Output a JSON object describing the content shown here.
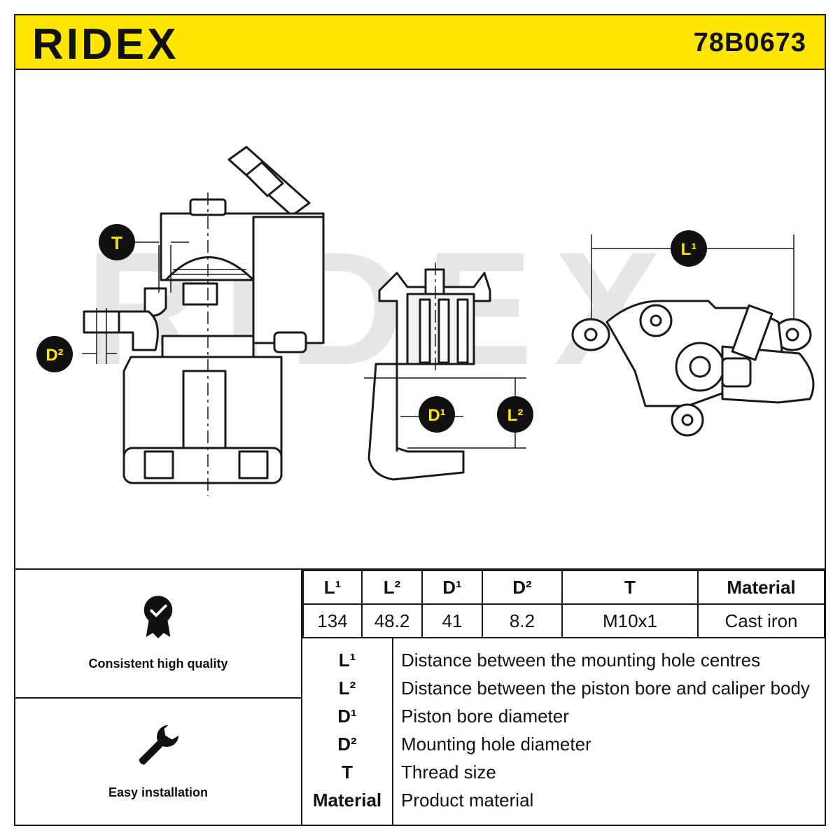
{
  "header": {
    "brand": "RIDEX",
    "part_number": "78B0673"
  },
  "diagram": {
    "labels": {
      "T": "T",
      "D2": "D²",
      "D1": "D¹",
      "L2": "L²",
      "L1": "L¹"
    },
    "watermark": "RIDEX"
  },
  "features": [
    {
      "label": "Consistent high quality",
      "icon": "quality-badge-icon"
    },
    {
      "label": "Easy installation",
      "icon": "wrench-icon"
    }
  ],
  "spec_table": {
    "headers": [
      "L¹",
      "L²",
      "D¹",
      "D²",
      "T",
      "Material"
    ],
    "values": [
      "134",
      "48.2",
      "41",
      "8.2",
      "M10x1",
      "Cast iron"
    ]
  },
  "legend": [
    {
      "key": "L¹",
      "desc": "Distance between the mounting hole centres"
    },
    {
      "key": "L²",
      "desc": "Distance between the piston bore and caliper body"
    },
    {
      "key": "D¹",
      "desc": "Piston bore diameter"
    },
    {
      "key": "D²",
      "desc": "Mounting hole diameter"
    },
    {
      "key": "T",
      "desc": "Thread size"
    },
    {
      "key": "Material",
      "desc": "Product material"
    }
  ],
  "colors": {
    "brand_yellow": "#ffe600",
    "ink": "#1a1a1a",
    "watermark": "#e6e6e6"
  }
}
